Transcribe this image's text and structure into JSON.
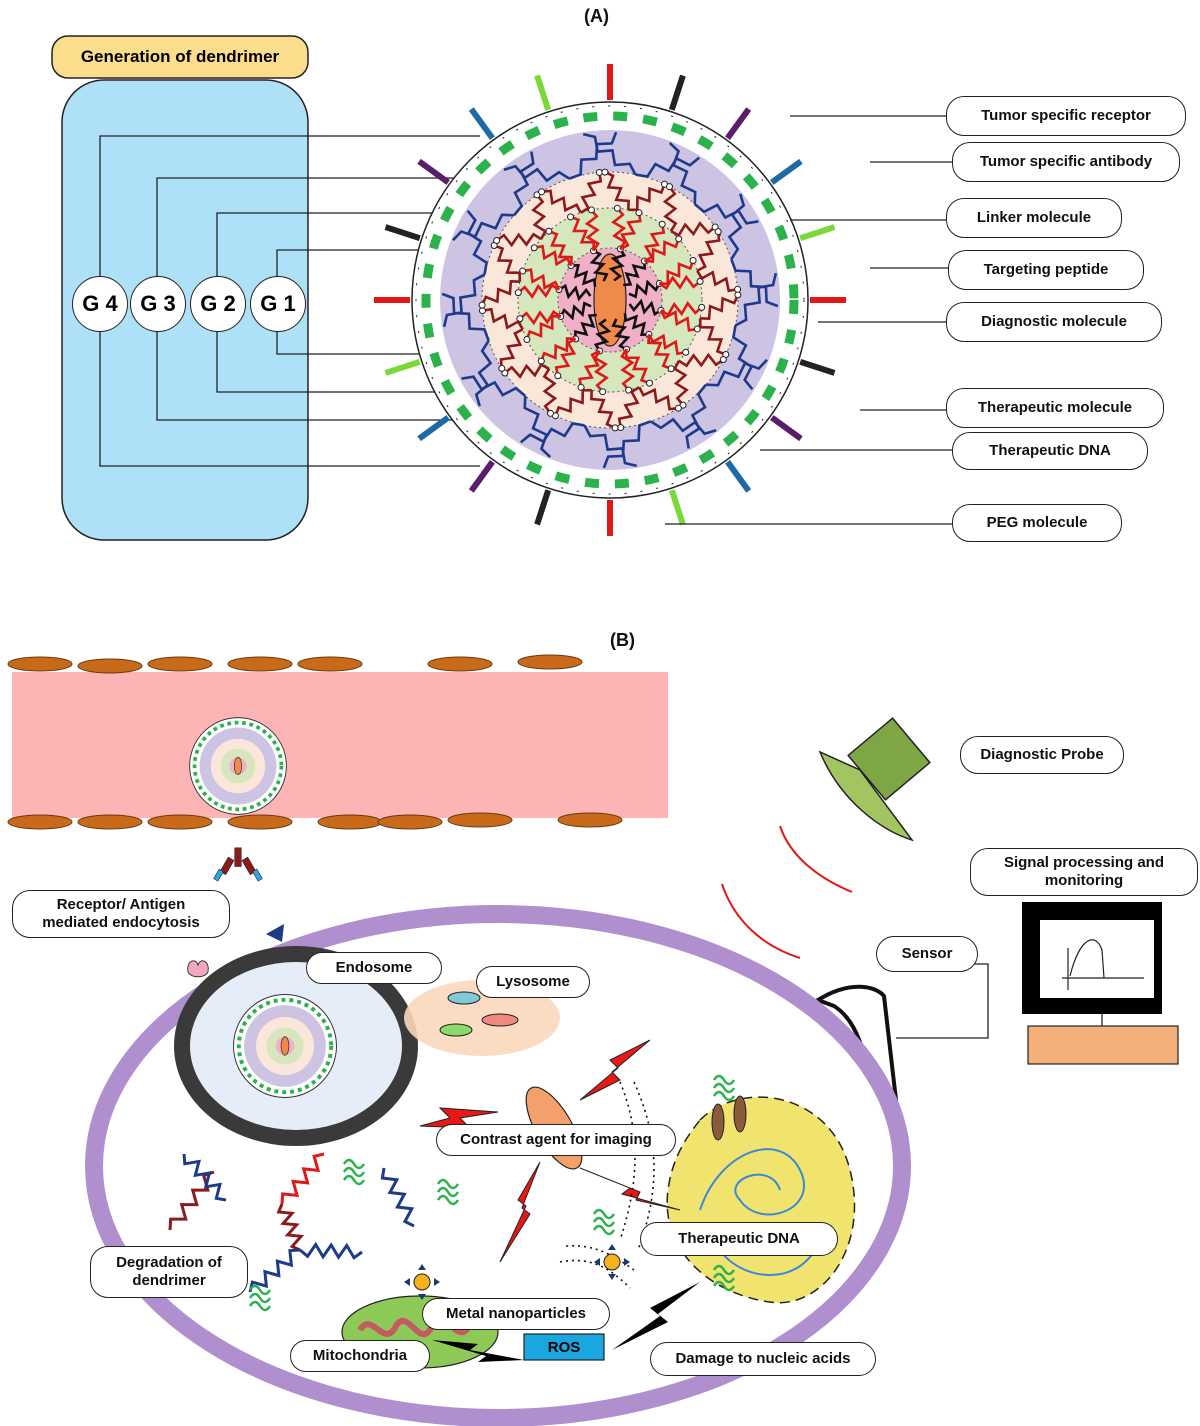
{
  "panel_a": {
    "label": "(A)",
    "title": "Generation of dendrimer",
    "generations": [
      "G 4",
      "G 3",
      "G 2",
      "G 1"
    ],
    "labels": {
      "receptor": "Tumor specific receptor",
      "antibody": "Tumor specific antibody",
      "linker": "Linker molecule",
      "peptide": "Targeting peptide",
      "diagnostic": "Diagnostic molecule",
      "therapeutic": "Therapeutic molecule",
      "dna": "Therapeutic DNA",
      "peg": "PEG molecule"
    }
  },
  "panel_b": {
    "label": "(B)",
    "labels": {
      "probe": "Diagnostic Probe",
      "signal": "Signal  processing and monitoring",
      "sensor": "Sensor",
      "endocytosis": "Receptor/ Antigen mediated endocytosis",
      "endosome": "Endosome",
      "lysosome": "Lysosome",
      "contrast": "Contrast agent for imaging",
      "dna": "Therapeutic DNA",
      "degradation": "Degradation of dendrimer",
      "metal": "Metal nanoparticles",
      "mitochondria": "Mitochondria",
      "ros": "ROS",
      "damage": "Damage to nucleic acids"
    }
  },
  "colors": {
    "gen_bg": "#aee0f7",
    "title_bg": "#fbdd8b",
    "layer_outer": "#cdc3e3",
    "layer_mid": "#fbe6da",
    "layer_inner": "#d6e6bd",
    "layer_core": "#f1b0c8",
    "core": "#f08a4b",
    "vessel": "#fdb4b4",
    "cell_membrane": "#b08fcf",
    "endosome": "#e5eef8",
    "lysosome": "#f9d8bd",
    "nucleus": "#f0e46f",
    "mito": "#8dc957",
    "ros": "#1aa7e0",
    "monitor_base": "#f4b07a",
    "probe": "#7ea644"
  }
}
